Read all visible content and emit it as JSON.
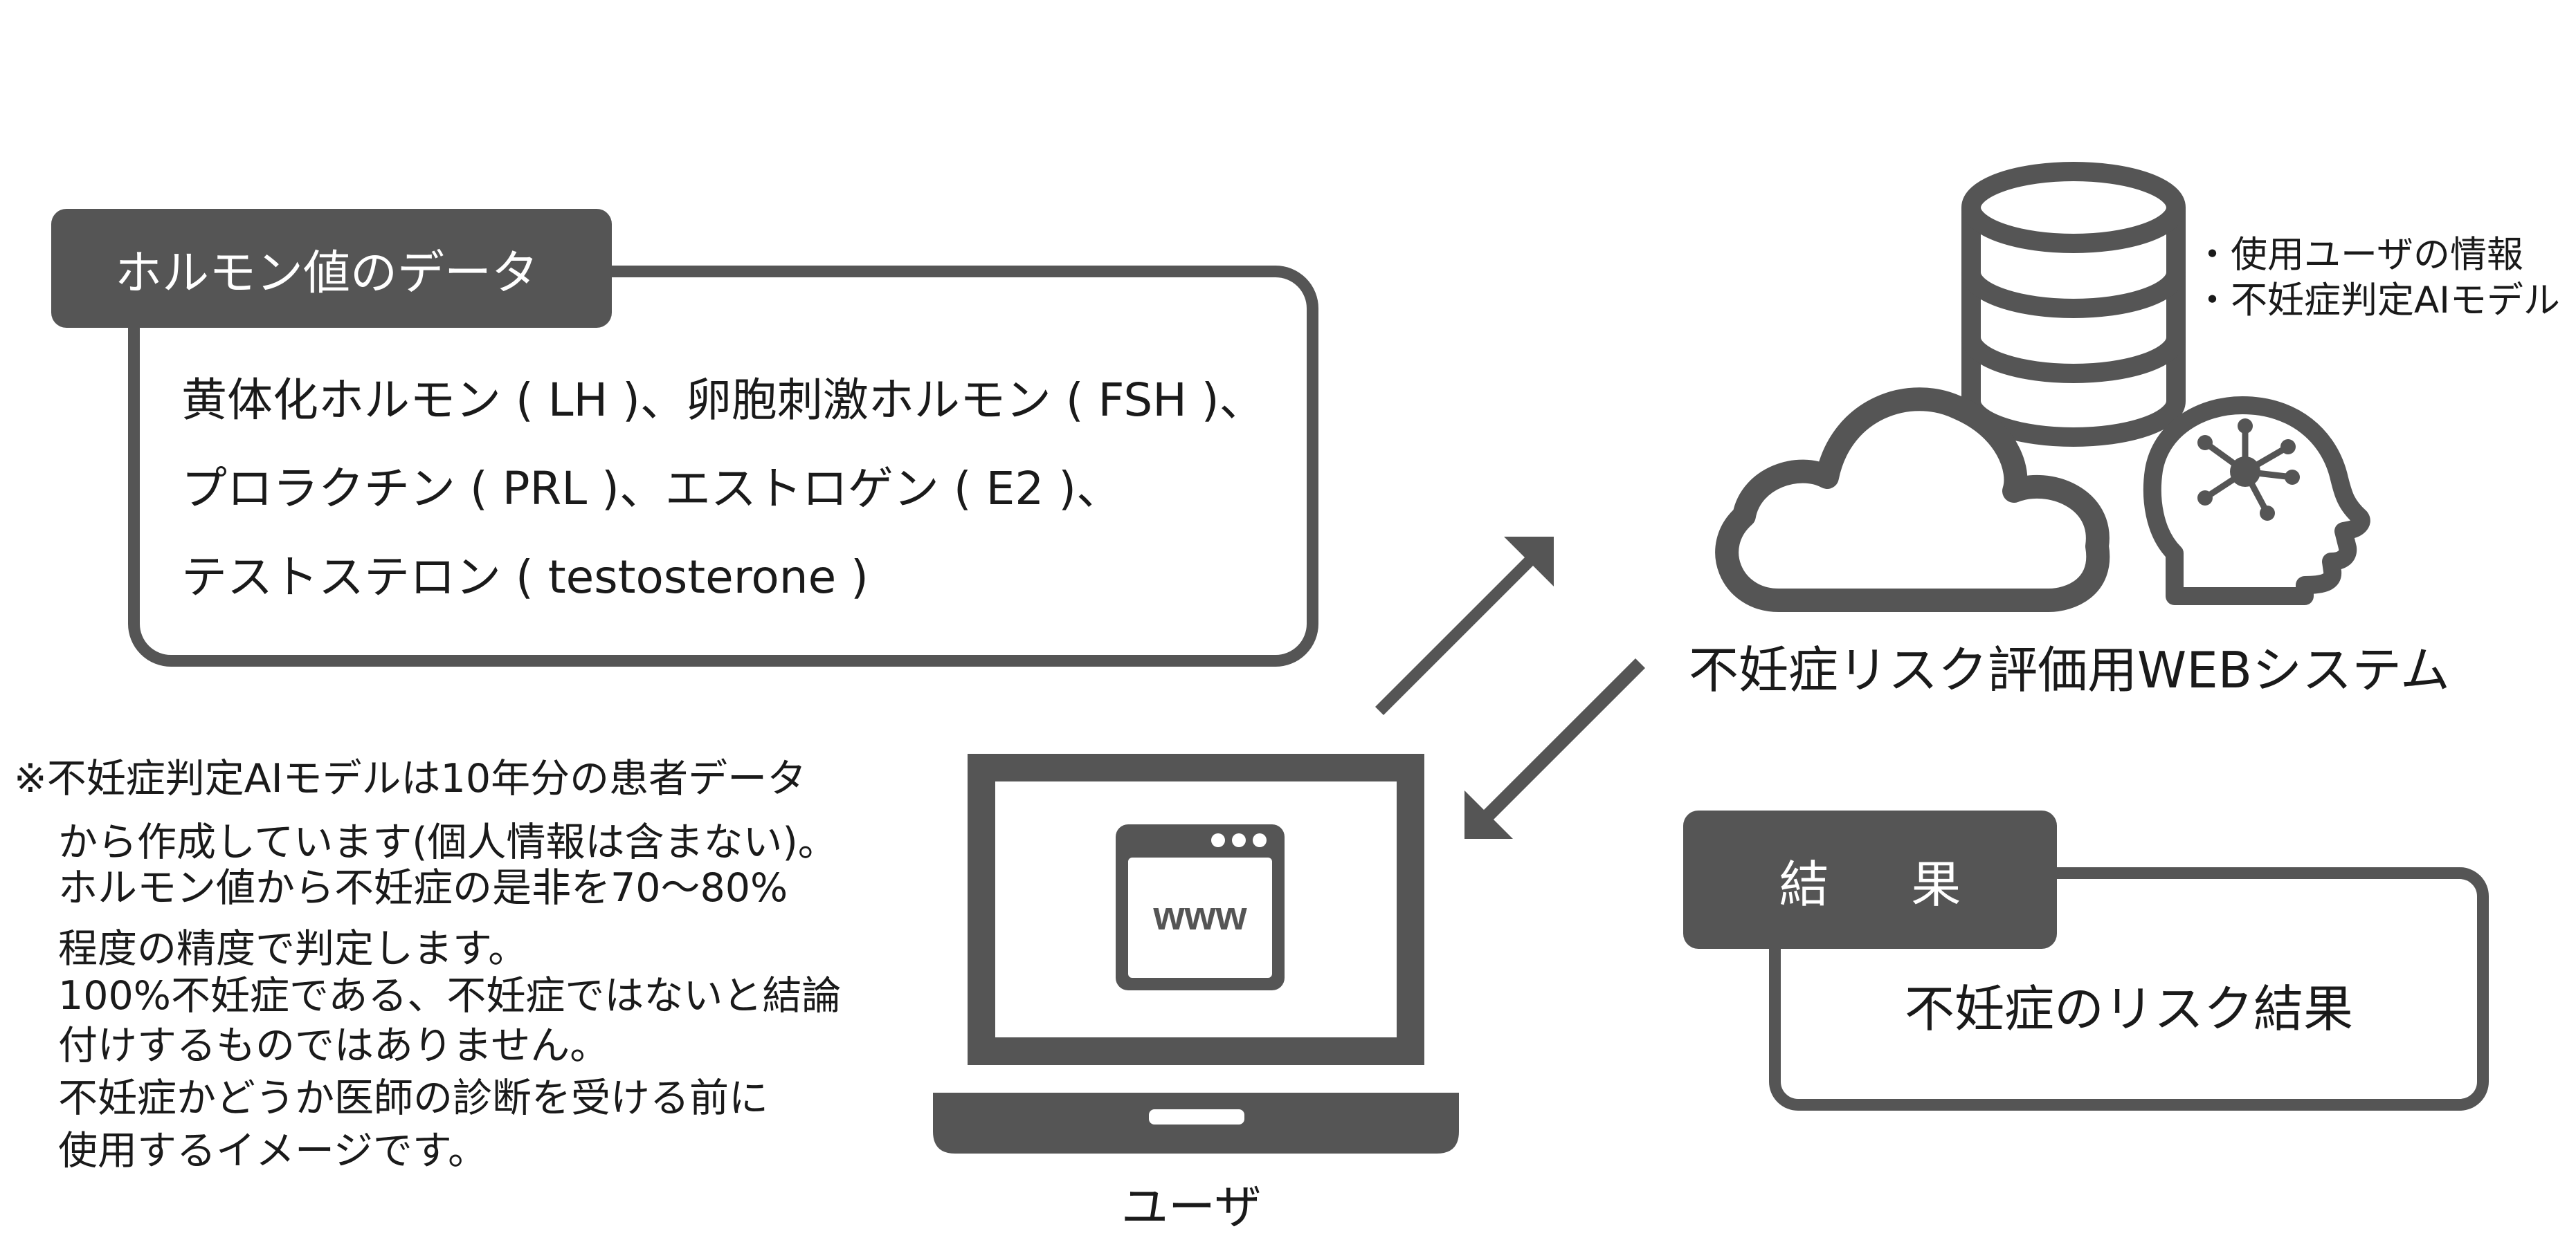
{
  "hormone_panel": {
    "title": "ホルモン値のデータ",
    "lines": [
      "黄体化ホルモン ( LH )、卵胞刺激ホルモン ( FSH )、",
      "プロラクチン ( PRL )、エストロゲン ( E2 )、",
      "テストステロン ( testosterone )"
    ]
  },
  "note": {
    "lines": [
      "※不妊症判定AIモデルは10年分の患者データ",
      "から作成しています(個人情報は含まない)。",
      "ホルモン値から不妊症の是非を70～80%",
      "程度の精度で判定します。",
      "100%不妊症である、不妊症ではないと結論",
      "付けするものではありません。",
      "不妊症かどうか医師の診断を受ける前に",
      "使用するイメージです。"
    ]
  },
  "database": {
    "items": [
      "・使用ユーザの情報",
      "・不妊症判定AIモデル"
    ]
  },
  "system": {
    "label": "不妊症リスク評価用WEBシステム"
  },
  "user": {
    "label": "ユーザ",
    "browser_text": "www"
  },
  "result_panel": {
    "title": "結 果",
    "text": "不妊症のリスク結果"
  },
  "colors": {
    "dark_gray": "#555555",
    "text": "#1a1a1a",
    "background": "#ffffff"
  }
}
